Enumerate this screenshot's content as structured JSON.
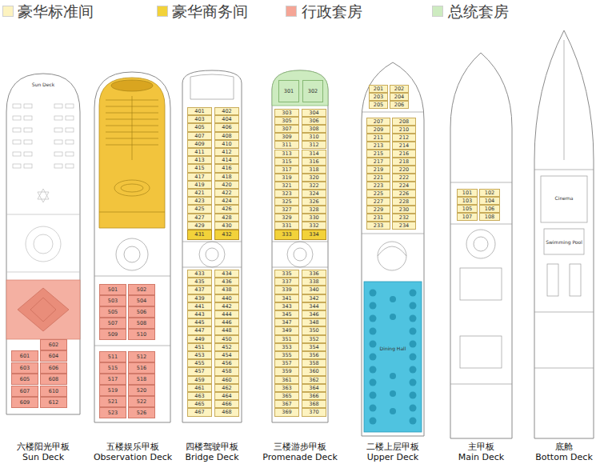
{
  "diagram": {
    "nodes": [
      {
        "text": [
          "六楼阳光甲板",
          "Sun Deck"
        ]
      },
      {
        "text": [
          "五楼娱乐甲板",
          "Observation Deck"
        ]
      },
      {
        "text": [
          "四楼驾驶甲板",
          "Bridge Deck"
        ]
      },
      {
        "text": [
          "三楼游步甲板",
          "Promenade Deck"
        ]
      },
      {
        "text": [
          "二楼上层甲板",
          "Upper Deck"
        ]
      },
      {
        "text": [
          "主甲板",
          "Main Deck"
        ]
      },
      {
        "text": [
          "底舱",
          "Bottom Deck"
        ]
      },
      {
        "text": [
          "602"
        ],
        "in": 0
      },
      {
        "text": [
          "601"
        ],
        "in": 0
      },
      {
        "text": [
          "604"
        ],
        "in": 0
      },
      {
        "text": [
          "603"
        ],
        "in": 0
      },
      {
        "text": [
          "606"
        ],
        "in": 0
      },
      {
        "text": [
          "605"
        ],
        "in": 0
      },
      {
        "text": [
          "608"
        ],
        "in": 0
      },
      {
        "text": [
          "607"
        ],
        "in": 0
      },
      {
        "text": [
          "610"
        ],
        "in": 0
      },
      {
        "text": [
          "609"
        ],
        "in": 0
      },
      {
        "text": [
          "612"
        ],
        "in": 0
      },
      {
        "text": [
          "501"
        ],
        "in": 1
      },
      {
        "text": [
          "502"
        ],
        "in": 1
      },
      {
        "text": [
          "503"
        ],
        "in": 1
      },
      {
        "text": [
          "504"
        ],
        "in": 1
      },
      {
        "text": [
          "505"
        ],
        "in": 1
      },
      {
        "text": [
          "506"
        ],
        "in": 1
      },
      {
        "text": [
          "507"
        ],
        "in": 1
      },
      {
        "text": [
          "508"
        ],
        "in": 1
      },
      {
        "text": [
          "509"
        ],
        "in": 1
      },
      {
        "text": [
          "510"
        ],
        "in": 1
      },
      {
        "text": [
          "511"
        ],
        "in": 1
      },
      {
        "text": [
          "512"
        ],
        "in": 1
      },
      {
        "text": [
          "515"
        ],
        "in": 1
      },
      {
        "text": [
          "516"
        ],
        "in": 1
      },
      {
        "text": [
          "517"
        ],
        "in": 1
      },
      {
        "text": [
          "518"
        ],
        "in": 1
      },
      {
        "text": [
          "519"
        ],
        "in": 1
      },
      {
        "text": [
          "520"
        ],
        "in": 1
      },
      {
        "text": [
          "521"
        ],
        "in": 1
      },
      {
        "text": [
          "522"
        ],
        "in": 1
      },
      {
        "text": [
          "523"
        ],
        "in": 1
      },
      {
        "text": [
          "526"
        ],
        "in": 1
      },
      {
        "text": [
          "401"
        ],
        "in": 2
      },
      {
        "text": [
          "402"
        ],
        "in": 2
      },
      {
        "text": [
          "403"
        ],
        "in": 2
      },
      {
        "text": [
          "404"
        ],
        "in": 2
      },
      {
        "text": [
          "405"
        ],
        "in": 2
      },
      {
        "text": [
          "406"
        ],
        "in": 2
      },
      {
        "text": [
          "407"
        ],
        "in": 2
      },
      {
        "text": [
          "408"
        ],
        "in": 2
      },
      {
        "text": [
          "409"
        ],
        "in": 2
      },
      {
        "text": [
          "410"
        ],
        "in": 2
      },
      {
        "text": [
          "411"
        ],
        "in": 2
      },
      {
        "text": [
          "412"
        ],
        "in": 2
      },
      {
        "text": [
          "413"
        ],
        "in": 2
      },
      {
        "text": [
          "414"
        ],
        "in": 2
      },
      {
        "text": [
          "415"
        ],
        "in": 2
      },
      {
        "text": [
          "416"
        ],
        "in": 2
      },
      {
        "text": [
          "417"
        ],
        "in": 2
      },
      {
        "text": [
          "418"
        ],
        "in": 2
      },
      {
        "text": [
          "419"
        ],
        "in": 2
      },
      {
        "text": [
          "420"
        ],
        "in": 2
      },
      {
        "text": [
          "421"
        ],
        "in": 2
      },
      {
        "text": [
          "422"
        ],
        "in": 2
      },
      {
        "text": [
          "423"
        ],
        "in": 2
      },
      {
        "text": [
          "424"
        ],
        "in": 2
      },
      {
        "text": [
          "425"
        ],
        "in": 2
      },
      {
        "text": [
          "426"
        ],
        "in": 2
      },
      {
        "text": [
          "427"
        ],
        "in": 2
      },
      {
        "text": [
          "428"
        ],
        "in": 2
      },
      {
        "text": [
          "429"
        ],
        "in": 2
      },
      {
        "text": [
          "430"
        ],
        "in": 2
      },
      {
        "text": [
          "431"
        ],
        "in": 2
      },
      {
        "text": [
          "432"
        ],
        "in": 2
      },
      {
        "text": [
          "433"
        ],
        "in": 2
      },
      {
        "text": [
          "434"
        ],
        "in": 2
      },
      {
        "text": [
          "435"
        ],
        "in": 2
      },
      {
        "text": [
          "436"
        ],
        "in": 2
      },
      {
        "text": [
          "437"
        ],
        "in": 2
      },
      {
        "text": [
          "438"
        ],
        "in": 2
      },
      {
        "text": [
          "439"
        ],
        "in": 2
      },
      {
        "text": [
          "440"
        ],
        "in": 2
      },
      {
        "text": [
          "441"
        ],
        "in": 2
      },
      {
        "text": [
          "442"
        ],
        "in": 2
      },
      {
        "text": [
          "443"
        ],
        "in": 2
      },
      {
        "text": [
          "444"
        ],
        "in": 2
      },
      {
        "text": [
          "445"
        ],
        "in": 2
      },
      {
        "text": [
          "446"
        ],
        "in": 2
      },
      {
        "text": [
          "447"
        ],
        "in": 2
      },
      {
        "text": [
          "448"
        ],
        "in": 2
      },
      {
        "text": [
          "449"
        ],
        "in": 2
      },
      {
        "text": [
          "450"
        ],
        "in": 2
      },
      {
        "text": [
          "451"
        ],
        "in": 2
      },
      {
        "text": [
          "452"
        ],
        "in": 2
      },
      {
        "text": [
          "453"
        ],
        "in": 2
      },
      {
        "text": [
          "454"
        ],
        "in": 2
      },
      {
        "text": [
          "455"
        ],
        "in": 2
      },
      {
        "text": [
          "456"
        ],
        "in": 2
      },
      {
        "text": [
          "457"
        ],
        "in": 2
      },
      {
        "text": [
          "458"
        ],
        "in": 2
      },
      {
        "text": [
          "459"
        ],
        "in": 2
      },
      {
        "text": [
          "460"
        ],
        "in": 2
      },
      {
        "text": [
          "461"
        ],
        "in": 2
      },
      {
        "text": [
          "462"
        ],
        "in": 2
      },
      {
        "text": [
          "463"
        ],
        "in": 2
      },
      {
        "text": [
          "464"
        ],
        "in": 2
      },
      {
        "text": [
          "465"
        ],
        "in": 2
      },
      {
        "text": [
          "466"
        ],
        "in": 2
      },
      {
        "text": [
          "467"
        ],
        "in": 2
      },
      {
        "text": [
          "468"
        ],
        "in": 2
      },
      {
        "text": [
          "301"
        ],
        "in": 3
      },
      {
        "text": [
          "302"
        ],
        "in": 3
      },
      {
        "text": [
          "303"
        ],
        "in": 3
      },
      {
        "text": [
          "304"
        ],
        "in": 3
      },
      {
        "text": [
          "305"
        ],
        "in": 3
      },
      {
        "text": [
          "306"
        ],
        "in": 3
      },
      {
        "text": [
          "307"
        ],
        "in": 3
      },
      {
        "text": [
          "308"
        ],
        "in": 3
      },
      {
        "text": [
          "309"
        ],
        "in": 3
      },
      {
        "text": [
          "310"
        ],
        "in": 3
      },
      {
        "text": [
          "311"
        ],
        "in": 3
      },
      {
        "text": [
          "312"
        ],
        "in": 3
      },
      {
        "text": [
          "313"
        ],
        "in": 3
      },
      {
        "text": [
          "314"
        ],
        "in": 3
      },
      {
        "text": [
          "315"
        ],
        "in": 3
      },
      {
        "text": [
          "316"
        ],
        "in": 3
      },
      {
        "text": [
          "317"
        ],
        "in": 3
      },
      {
        "text": [
          "318"
        ],
        "in": 3
      },
      {
        "text": [
          "319"
        ],
        "in": 3
      },
      {
        "text": [
          "320"
        ],
        "in": 3
      },
      {
        "text": [
          "321"
        ],
        "in": 3
      },
      {
        "text": [
          "322"
        ],
        "in": 3
      },
      {
        "text": [
          "323"
        ],
        "in": 3
      },
      {
        "text": [
          "324"
        ],
        "in": 3
      },
      {
        "text": [
          "325"
        ],
        "in": 3
      },
      {
        "text": [
          "326"
        ],
        "in": 3
      },
      {
        "text": [
          "327"
        ],
        "in": 3
      },
      {
        "text": [
          "328"
        ],
        "in": 3
      },
      {
        "text": [
          "329"
        ],
        "in": 3
      },
      {
        "text": [
          "330"
        ],
        "in": 3
      },
      {
        "text": [
          "331"
        ],
        "in": 3
      },
      {
        "text": [
          "332"
        ],
        "in": 3
      },
      {
        "text": [
          "333"
        ],
        "in": 3
      },
      {
        "text": [
          "334"
        ],
        "in": 3
      },
      {
        "text": [
          "335"
        ],
        "in": 3
      },
      {
        "text": [
          "336"
        ],
        "in": 3
      },
      {
        "text": [
          "337"
        ],
        "in": 3
      },
      {
        "text": [
          "338"
        ],
        "in": 3
      },
      {
        "text": [
          "339"
        ],
        "in": 3
      },
      {
        "text": [
          "340"
        ],
        "in": 3
      },
      {
        "text": [
          "341"
        ],
        "in": 3
      },
      {
        "text": [
          "342"
        ],
        "in": 3
      },
      {
        "text": [
          "343"
        ],
        "in": 3
      },
      {
        "text": [
          "344"
        ],
        "in": 3
      },
      {
        "text": [
          "345"
        ],
        "in": 3
      },
      {
        "text": [
          "346"
        ],
        "in": 3
      },
      {
        "text": [
          "347"
        ],
        "in": 3
      },
      {
        "text": [
          "348"
        ],
        "in": 3
      },
      {
        "text": [
          "349"
        ],
        "in": 3
      },
      {
        "text": [
          "350"
        ],
        "in": 3
      },
      {
        "text": [
          "351"
        ],
        "in": 3
      },
      {
        "text": [
          "352"
        ],
        "in": 3
      },
      {
        "text": [
          "353"
        ],
        "in": 3
      },
      {
        "text": [
          "354"
        ],
        "in": 3
      },
      {
        "text": [
          "355"
        ],
        "in": 3
      },
      {
        "text": [
          "356"
        ],
        "in": 3
      },
      {
        "text": [
          "357"
        ],
        "in": 3
      },
      {
        "text": [
          "358"
        ],
        "in": 3
      },
      {
        "text": [
          "359"
        ],
        "in": 3
      },
      {
        "text": [
          "360"
        ],
        "in": 3
      },
      {
        "text": [
          "361"
        ],
        "in": 3
      },
      {
        "text": [
          "362"
        ],
        "in": 3
      },
      {
        "text": [
          "363"
        ],
        "in": 3
      },
      {
        "text": [
          "364"
        ],
        "in": 3
      },
      {
        "text": [
          "365"
        ],
        "in": 3
      },
      {
        "text": [
          "366"
        ],
        "in": 3
      },
      {
        "text": [
          "367"
        ],
        "in": 3
      },
      {
        "text": [
          "368"
        ],
        "in": 3
      },
      {
        "text": [
          "369"
        ],
        "in": 3
      },
      {
        "text": [
          "370"
        ],
        "in": 3
      },
      {
        "text": [
          "201"
        ],
        "in": 4
      },
      {
        "text": [
          "202"
        ],
        "in": 4
      },
      {
        "text": [
          "203"
        ],
        "in": 4
      },
      {
        "text": [
          "204"
        ],
        "in": 4
      },
      {
        "text": [
          "205"
        ],
        "in": 4
      },
      {
        "text": [
          "206"
        ],
        "in": 4
      },
      {
        "text": [
          "207"
        ],
        "in": 4
      },
      {
        "text": [
          "208"
        ],
        "in": 4
      },
      {
        "text": [
          "209"
        ],
        "in": 4
      },
      {
        "text": [
          "210"
        ],
        "in": 4
      },
      {
        "text": [
          "211"
        ],
        "in": 4
      },
      {
        "text": [
          "212"
        ],
        "in": 4
      },
      {
        "text": [
          "213"
        ],
        "in": 4
      },
      {
        "text": [
          "214"
        ],
        "in": 4
      },
      {
        "text": [
          "215"
        ],
        "in": 4
      },
      {
        "text": [
          "216"
        ],
        "in": 4
      },
      {
        "text": [
          "217"
        ],
        "in": 4
      },
      {
        "text": [
          "218"
        ],
        "in": 4
      },
      {
        "text": [
          "219"
        ],
        "in": 4
      },
      {
        "text": [
          "220"
        ],
        "in": 4
      },
      {
        "text": [
          "221"
        ],
        "in": 4
      },
      {
        "text": [
          "222"
        ],
        "in": 4
      },
      {
        "text": [
          "223"
        ],
        "in": 4
      },
      {
        "text": [
          "224"
        ],
        "in": 4
      },
      {
        "text": [
          "225"
        ],
        "in": 4
      },
      {
        "text": [
          "226"
        ],
        "in": 4
      },
      {
        "text": [
          "227"
        ],
        "in": 4
      },
      {
        "text": [
          "228"
        ],
        "in": 4
      },
      {
        "text": [
          "229"
        ],
        "in": 4
      },
      {
        "text": [
          "230"
        ],
        "in": 4
      },
      {
        "text": [
          "231"
        ],
        "in": 4
      },
      {
        "text": [
          "232"
        ],
        "in": 4
      },
      {
        "text": [
          "233"
        ],
        "in": 4
      },
      {
        "text": [
          "234"
        ],
        "in": 4
      },
      {
        "text": [
          "101"
        ],
        "in": 5
      },
      {
        "text": [
          "102"
        ],
        "in": 5
      },
      {
        "text": [
          "103"
        ],
        "in": 5
      },
      {
        "text": [
          "104"
        ],
        "in": 5
      },
      {
        "text": [
          "105"
        ],
        "in": 5
      },
      {
        "text": [
          "106"
        ],
        "in": 5
      },
      {
        "text": [
          "107"
        ],
        "in": 5
      },
      {
        "text": [
          "108"
        ],
        "in": 5
      }
    ],
    "labels": [
      "Sun Deck",
      "Dining Hall",
      "Cinema",
      "Swimming Pool"
    ],
    "legend": [
      {
        "text": "豪华标准间",
        "color": "#fdf3c0"
      },
      {
        "text": "豪华商务间",
        "color": "#f2d23a"
      },
      {
        "text": "行政套房",
        "color": "#f5a596"
      },
      {
        "text": "总统套房",
        "color": "#cdebc0"
      }
    ]
  }
}
